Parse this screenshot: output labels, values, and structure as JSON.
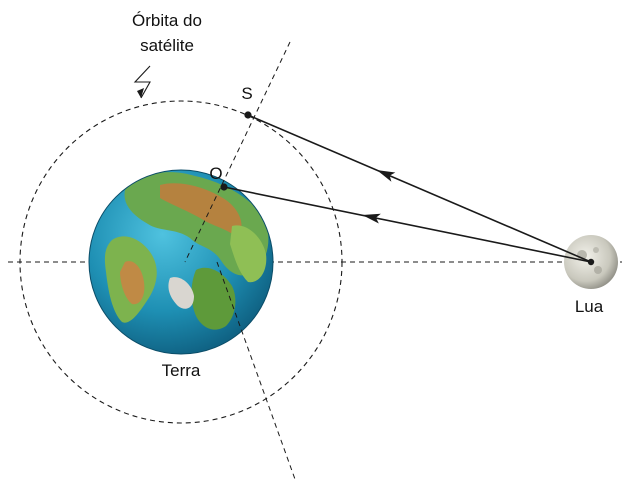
{
  "labels": {
    "orbit_line1": "Órbita do",
    "orbit_line2": "satélite",
    "point_s": "S",
    "point_o": "O",
    "earth": "Terra",
    "moon": "Lua"
  },
  "colors": {
    "ocean": "#1e8fb3",
    "land_green": "#5a9b3c",
    "land_brown": "#b07a3c",
    "line": "#1a1a1a",
    "moon": "#cfcfc6"
  }
}
